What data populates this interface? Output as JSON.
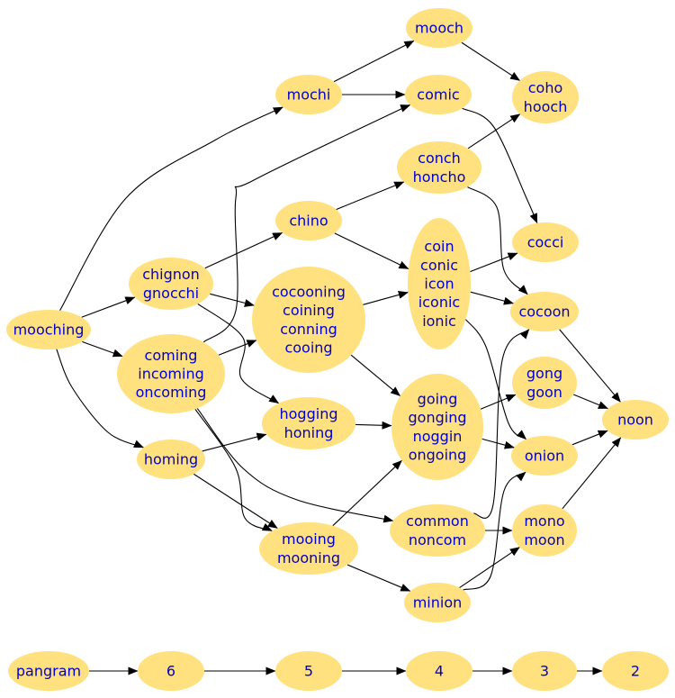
{
  "nodes": [
    {
      "id": "mooching",
      "lines": [
        "mooching"
      ]
    },
    {
      "id": "mochi",
      "lines": [
        "mochi"
      ]
    },
    {
      "id": "mooch",
      "lines": [
        "mooch"
      ]
    },
    {
      "id": "comic",
      "lines": [
        "comic"
      ]
    },
    {
      "id": "cohohooch",
      "lines": [
        "coho",
        "hooch"
      ]
    },
    {
      "id": "conch",
      "lines": [
        "conch",
        "honcho"
      ]
    },
    {
      "id": "chino",
      "lines": [
        "chino"
      ]
    },
    {
      "id": "coin",
      "lines": [
        "coin",
        "conic",
        "icon",
        "iconic",
        "ionic"
      ]
    },
    {
      "id": "cocci",
      "lines": [
        "cocci"
      ]
    },
    {
      "id": "chignon",
      "lines": [
        "chignon",
        "gnocchi"
      ]
    },
    {
      "id": "cocooning",
      "lines": [
        "cocooning",
        "coining",
        "conning",
        "cooing"
      ]
    },
    {
      "id": "cocoon",
      "lines": [
        "cocoon"
      ]
    },
    {
      "id": "coming",
      "lines": [
        "coming",
        "incoming",
        "oncoming"
      ]
    },
    {
      "id": "gong",
      "lines": [
        "gong",
        "goon"
      ]
    },
    {
      "id": "going",
      "lines": [
        "going",
        "gonging",
        "noggin",
        "ongoing"
      ]
    },
    {
      "id": "hogging",
      "lines": [
        "hogging",
        "honing"
      ]
    },
    {
      "id": "noon",
      "lines": [
        "noon"
      ]
    },
    {
      "id": "homing",
      "lines": [
        "homing"
      ]
    },
    {
      "id": "onion",
      "lines": [
        "onion"
      ]
    },
    {
      "id": "common",
      "lines": [
        "common",
        "noncom"
      ]
    },
    {
      "id": "mono",
      "lines": [
        "mono",
        "moon"
      ]
    },
    {
      "id": "mooing",
      "lines": [
        "mooing",
        "mooning"
      ]
    },
    {
      "id": "minion",
      "lines": [
        "minion"
      ]
    },
    {
      "id": "pangram",
      "lines": [
        "pangram"
      ]
    },
    {
      "id": "n6",
      "lines": [
        "6"
      ]
    },
    {
      "id": "n5",
      "lines": [
        "5"
      ]
    },
    {
      "id": "n4",
      "lines": [
        "4"
      ]
    },
    {
      "id": "n3",
      "lines": [
        "3"
      ]
    },
    {
      "id": "n2",
      "lines": [
        "2"
      ]
    }
  ],
  "edges": [
    [
      "mooching",
      "mochi"
    ],
    [
      "mooching",
      "chignon"
    ],
    [
      "mooching",
      "coming"
    ],
    [
      "mooching",
      "homing"
    ],
    [
      "mochi",
      "mooch"
    ],
    [
      "mochi",
      "comic"
    ],
    [
      "mooch",
      "cohohooch"
    ],
    [
      "comic",
      "cocci"
    ],
    [
      "conch",
      "cohohooch"
    ],
    [
      "conch",
      "cocoon"
    ],
    [
      "chino",
      "conch"
    ],
    [
      "chino",
      "coin"
    ],
    [
      "coin",
      "cocci"
    ],
    [
      "coin",
      "cocoon"
    ],
    [
      "coin",
      "onion"
    ],
    [
      "chignon",
      "chino"
    ],
    [
      "chignon",
      "cocooning"
    ],
    [
      "chignon",
      "hogging"
    ],
    [
      "cocooning",
      "coin"
    ],
    [
      "cocooning",
      "going"
    ],
    [
      "coming",
      "comic"
    ],
    [
      "coming",
      "cocooning"
    ],
    [
      "coming",
      "common"
    ],
    [
      "coming",
      "mooing"
    ],
    [
      "cocoon",
      "noon"
    ],
    [
      "gong",
      "noon"
    ],
    [
      "going",
      "gong"
    ],
    [
      "going",
      "onion"
    ],
    [
      "hogging",
      "going"
    ],
    [
      "homing",
      "hogging"
    ],
    [
      "homing",
      "mooing"
    ],
    [
      "onion",
      "noon"
    ],
    [
      "common",
      "cocoon"
    ],
    [
      "common",
      "mono"
    ],
    [
      "mono",
      "noon"
    ],
    [
      "mooing",
      "going"
    ],
    [
      "mooing",
      "minion"
    ],
    [
      "minion",
      "onion"
    ],
    [
      "minion",
      "mono"
    ],
    [
      "pangram",
      "n6"
    ],
    [
      "n6",
      "n5"
    ],
    [
      "n5",
      "n4"
    ],
    [
      "n4",
      "n3"
    ],
    [
      "n3",
      "n2"
    ]
  ]
}
